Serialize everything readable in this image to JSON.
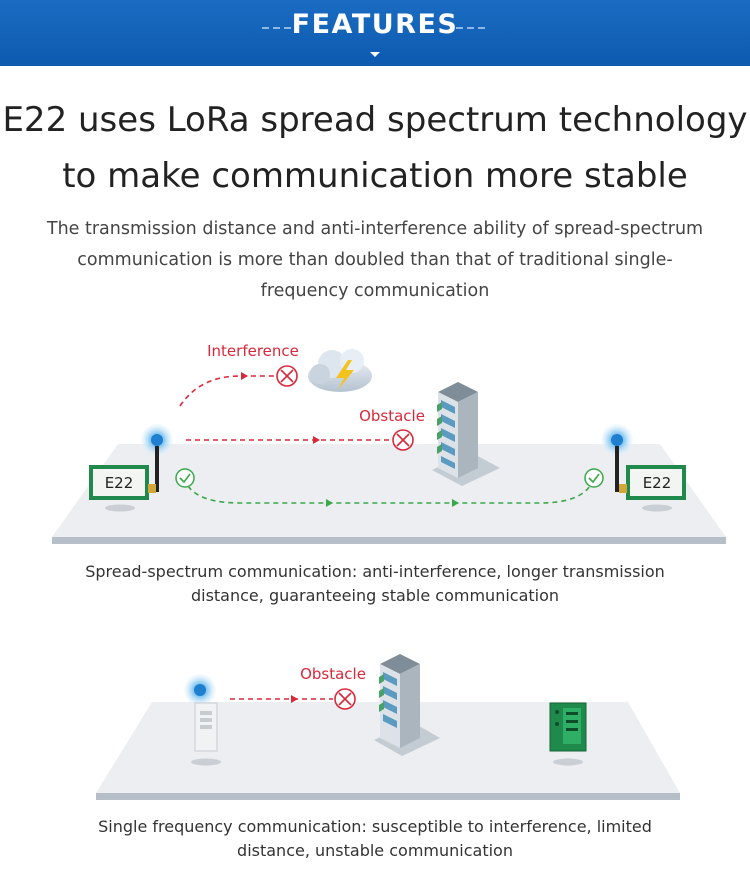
{
  "banner": {
    "title": "FEATURES"
  },
  "headline": {
    "line1": "E22 uses LoRa spread spectrum technology",
    "line2": "to make communication more stable"
  },
  "intro": "The transmission distance and anti-interference ability of spread-spectrum communication is more than doubled than that of traditional single-frequency communication",
  "diagram1": {
    "interference_label": "Interference",
    "obstacle_label": "Obstacle",
    "module_left_label": "E22",
    "module_right_label": "E22",
    "caption": "Spread-spectrum communication: anti-interference, longer transmission distance, guaranteeing stable communication"
  },
  "diagram2": {
    "obstacle_label": "Obstacle",
    "caption": "Single frequency communication: susceptible to interference, limited distance, unstable communication"
  },
  "colors": {
    "banner": "#0d5aaf",
    "blocked_path": "#d9283a",
    "success_path": "#3aa84a",
    "module_green": "#1f8a4c",
    "platform": "#e9ecef"
  }
}
